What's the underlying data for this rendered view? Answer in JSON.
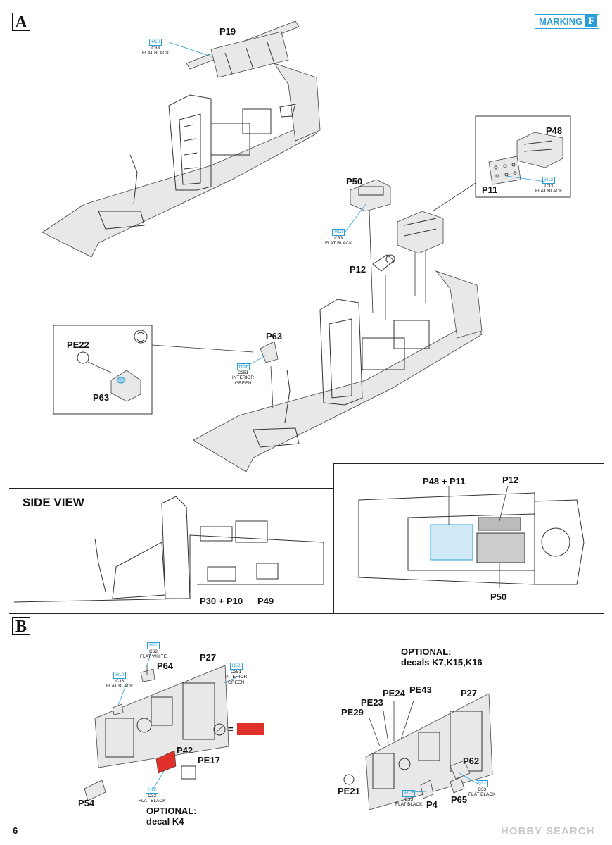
{
  "marking": {
    "label": "MARKING",
    "letter": "F"
  },
  "steps": {
    "a": "A",
    "b": "B"
  },
  "side_view_title": "SIDE VIEW",
  "parts": {
    "p19": "P19",
    "p48": "P48",
    "p11": "P11",
    "p50": "P50",
    "p12": "P12",
    "p63": "P63",
    "pe22": "PE22",
    "p63_inset": "P63",
    "p48_p11": "P48 + P11",
    "p12_top": "P12",
    "p50_top": "P50",
    "p30_p10": "P30 + P10",
    "p49": "P49",
    "p64": "P64",
    "p27": "P27",
    "p42": "P42",
    "pe17": "PE17",
    "p54": "P54",
    "p27_b": "P27",
    "pe29": "PE29",
    "pe23": "PE23",
    "pe24": "PE24",
    "pe43": "PE43",
    "p62": "P62",
    "pe21": "PE21",
    "p4": "P4",
    "p65": "P65"
  },
  "paints": {
    "flat_black": {
      "code": "H12",
      "num": "C33",
      "name": "FLAT BLACK"
    },
    "flat_white": {
      "code": "H11",
      "num": "C62",
      "name": "FLAT WHITE"
    },
    "interior_green": {
      "code": "H58",
      "num": "C351",
      "name": "INTERIOR",
      "name2": "GREEN"
    }
  },
  "notes": {
    "optional_left": "OPTIONAL:",
    "optional_left_2": "decal K4",
    "optional_right": "OPTIONAL:",
    "optional_right_2": "decals K7,K15,K16",
    "equals": "="
  },
  "colors": {
    "accent": "#2a9fd6",
    "red": "#e0302a"
  },
  "page_number": "6",
  "watermark": "HOBBY SEARCH"
}
